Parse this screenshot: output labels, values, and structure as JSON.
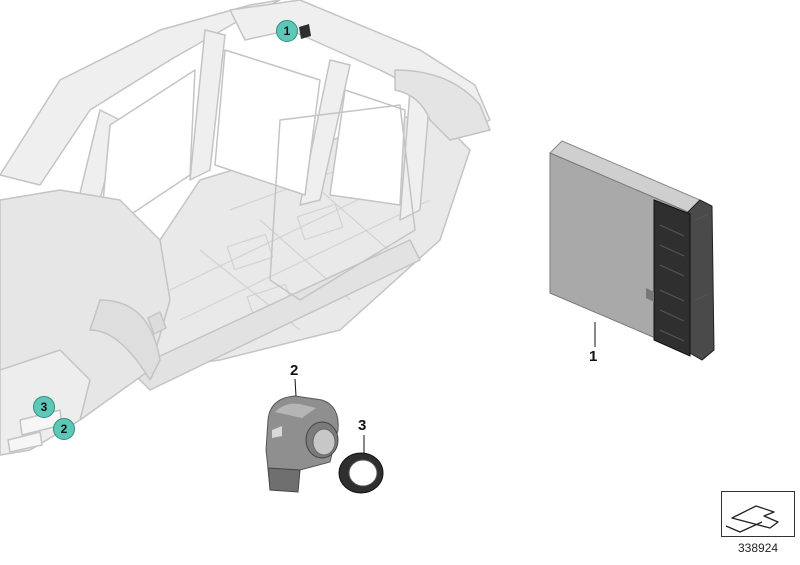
{
  "diagram": {
    "callouts": [
      {
        "number": "1",
        "part": "control unit"
      },
      {
        "number": "2",
        "part": "ultrasonic sensor"
      },
      {
        "number": "3",
        "part": "decoupling ring"
      }
    ],
    "location_markers": [
      "1",
      "3",
      "2"
    ],
    "reference_number": "338924"
  },
  "colors": {
    "badge_fill": "#5ec8b8",
    "body_line": "#c8c8c8",
    "body_fill": "#ececec",
    "module_fill": "#b8b8b8",
    "connector_fill": "#3a3a3a",
    "sensor_fill": "#9a9a9a"
  },
  "icons": {
    "navigation": "next-page-arrow-icon"
  }
}
